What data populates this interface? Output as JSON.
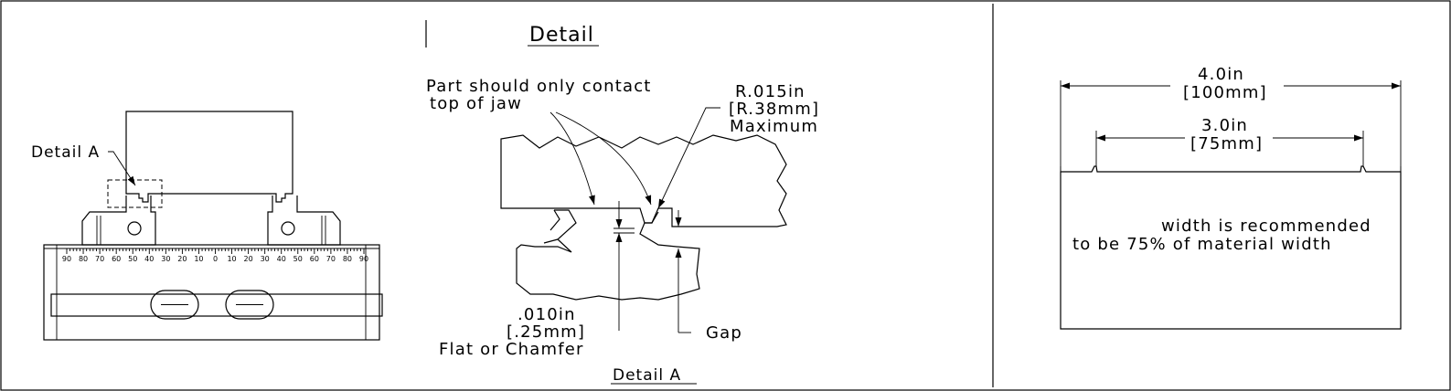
{
  "detail_title": "Detail",
  "detail_a_callout": "Detail A",
  "contact_note_line1": "Part should only contact",
  "contact_note_line2": "top of jaw",
  "radius_line1": "R.015in",
  "radius_line2": "[R.38mm]",
  "radius_line3": "Maximum",
  "flat_line1": ".010in",
  "flat_line2": "[.25mm]",
  "flat_line3": "Flat or Chamfer",
  "gap_label": "Gap",
  "detail_a_caption": "Detail A",
  "width_outer_in": "4.0in",
  "width_outer_mm": "[100mm]",
  "width_inner_in": "3.0in",
  "width_inner_mm": "[75mm]",
  "recommend_line1": "width is recommended",
  "recommend_line2": "to be 75% of material width",
  "scale_labels": [
    "90",
    "80",
    "70",
    "60",
    "50",
    "40",
    "30",
    "20",
    "10",
    "0",
    "10",
    "20",
    "30",
    "40",
    "50",
    "60",
    "70",
    "80",
    "90"
  ]
}
